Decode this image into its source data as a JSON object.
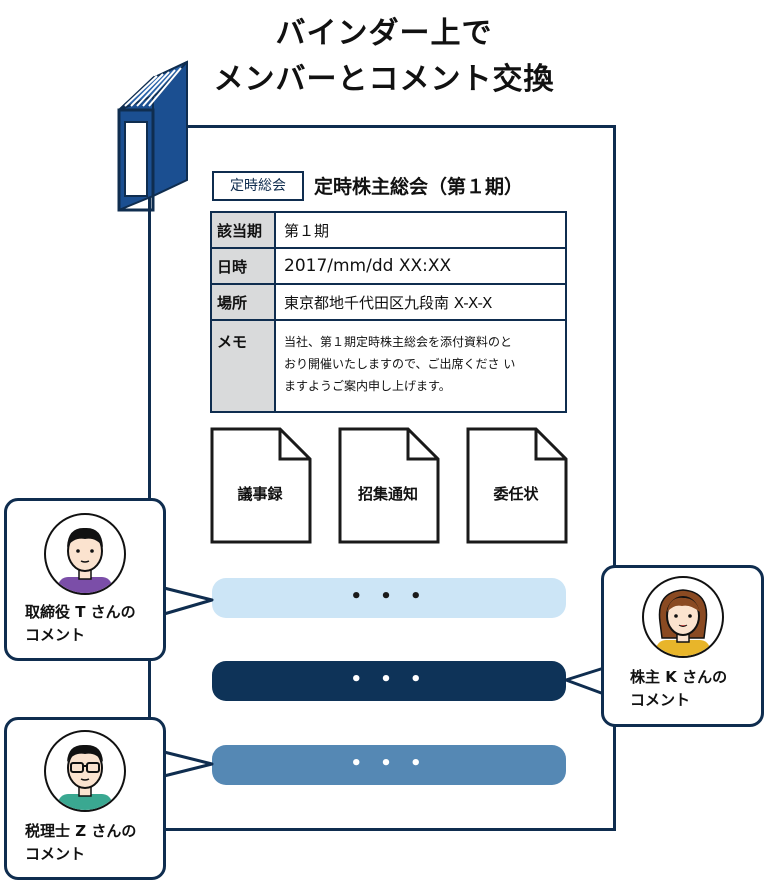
{
  "title": {
    "line1": "バインダー上で",
    "line2": "メンバーとコメント交換"
  },
  "document": {
    "badge": "定時総会",
    "heading": "定時株主総会（第１期）",
    "rows": [
      {
        "key": "該当期",
        "value": "第１期"
      },
      {
        "key": "日時",
        "value": "2017/mm/dd XX:XX"
      },
      {
        "key": "場所",
        "value": "東京都地千代田区九段南 X-X-X"
      }
    ],
    "memo": {
      "key": "メモ",
      "lines": [
        "当社、第１期定時株主総会を添付資料のと",
        "おり開催いたしますので、ご出席くださ い",
        "ますようご案内申し上げます。"
      ]
    },
    "files": [
      "議事録",
      "招集通知",
      "委任状"
    ]
  },
  "comments": [
    {
      "ellipsis": "• • •",
      "color": "#cce5f6",
      "dot_color": "#1a1a1a"
    },
    {
      "ellipsis": "• • •",
      "color": "#0e3358",
      "dot_color": "#ffffff"
    },
    {
      "ellipsis": "• • •",
      "color": "#5588b4",
      "dot_color": "#ffffff"
    }
  ],
  "people": {
    "t": {
      "line1": "取締役 T さんの",
      "line2": "コメント",
      "shirt": "#7b4ea8"
    },
    "k": {
      "line1": "株主 K さんの",
      "line2": "コメント",
      "shirt": "#e8b52a"
    },
    "z": {
      "line1": "税理士 Z さんの",
      "line2": "コメント",
      "shirt": "#3aa891"
    }
  },
  "colors": {
    "navy": "#0f2d4f",
    "binder": "#1b4f91",
    "table_key_bg": "#d9dadb"
  }
}
